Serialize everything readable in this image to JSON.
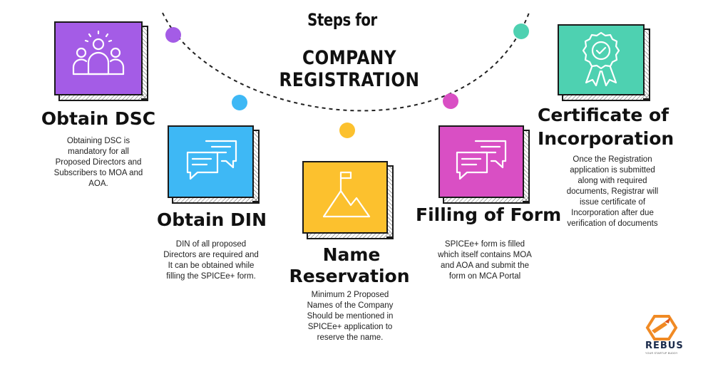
{
  "title": {
    "line1": "Steps for",
    "line2": "COMPANY REGISTRATION"
  },
  "steps": [
    {
      "heading": "Obtain DSC",
      "desc": "Obtaining DSC is mandatory for all Proposed Directors and Subscribers to MOA and AOA.",
      "color": "#a45ce6",
      "icon": "team-icon"
    },
    {
      "heading": "Obtain DIN",
      "desc": "DIN of all proposed Directors are required and It can be obtained while filling the SPICEe+ form.",
      "color": "#3eb8f5",
      "icon": "chat-bubbles-icon"
    },
    {
      "heading_line1": "Name",
      "heading_line2": "Reservation",
      "desc": "Minimum 2 Proposed Names of the Company Should be mentioned in SPICEe+ application to reserve the name.",
      "color": "#fcc12e",
      "icon": "mountain-flag-icon"
    },
    {
      "heading": "Filling of Form",
      "desc": "SPICEe+ form is filled which itself contains MOA and AOA and submit the form on MCA Portal",
      "color": "#d94fc4",
      "icon": "chat-bubbles-icon"
    },
    {
      "heading_line1": "Certificate of",
      "heading_line2": "Incorporation",
      "desc": "Once the Registration application is submitted along with required documents, Registrar will issue certificate of Incorporation after due verification of documents",
      "color": "#4ed1b1",
      "icon": "award-badge-icon"
    }
  ],
  "dots": [
    {
      "color": "#a45ce6"
    },
    {
      "color": "#3eb8f5"
    },
    {
      "color": "#fcc12e"
    },
    {
      "color": "#d94fc4"
    },
    {
      "color": "#4ed1b1"
    }
  ],
  "logo": {
    "name": "REBUS",
    "tagline": "YOUR STARTUP BUDDY"
  }
}
